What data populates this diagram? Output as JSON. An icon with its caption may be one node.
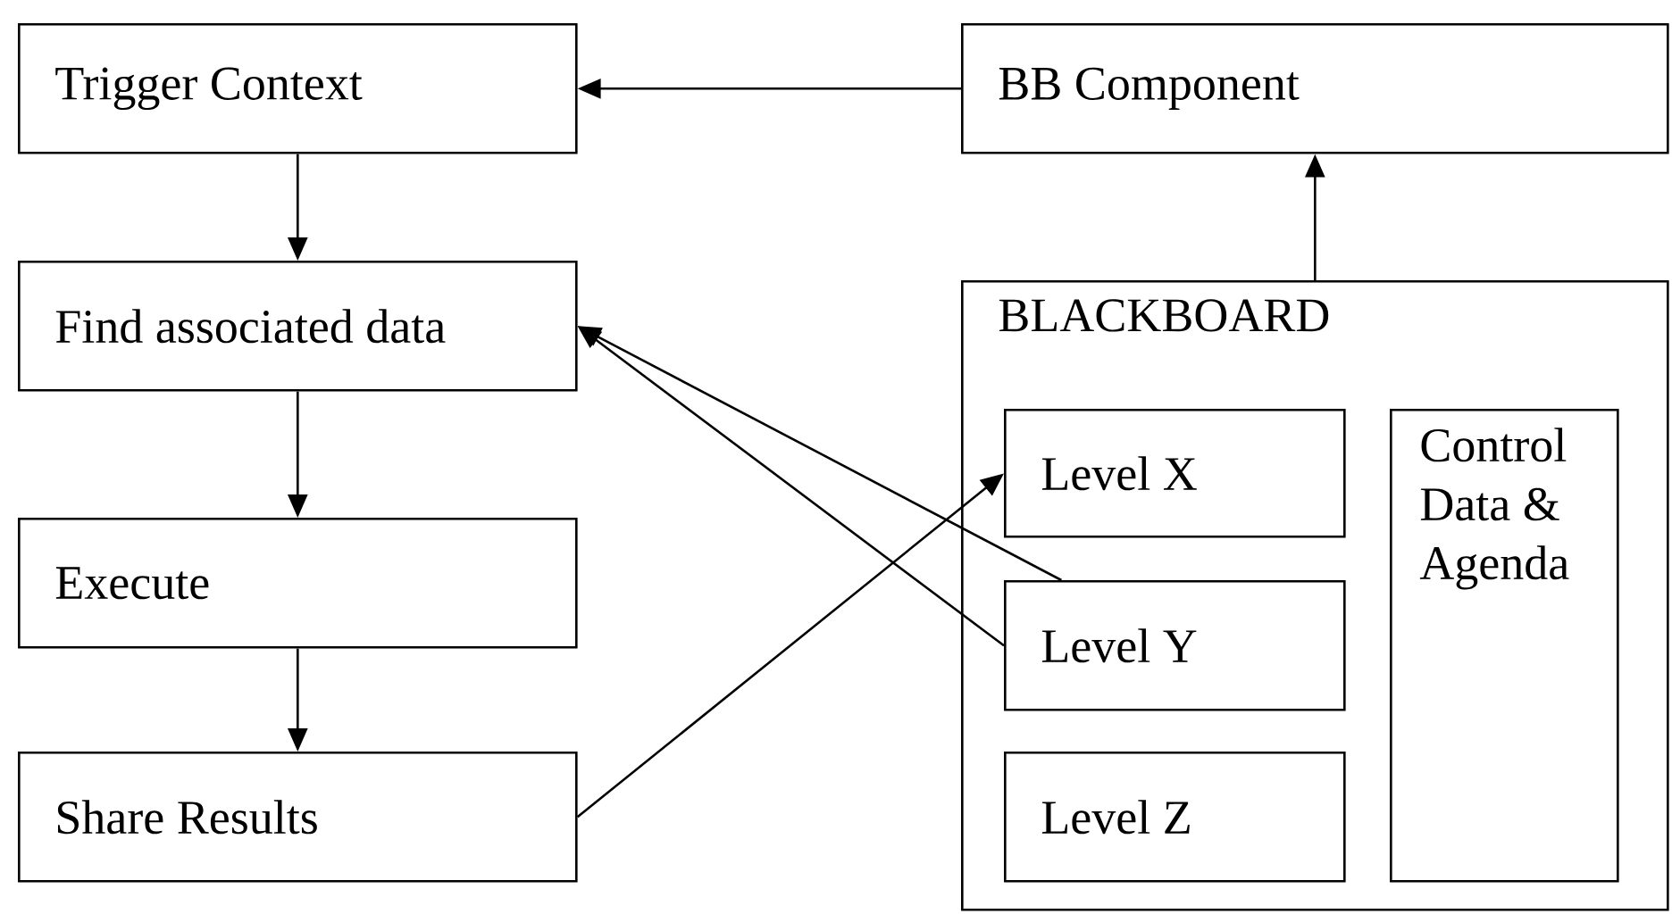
{
  "diagram": {
    "nodes": [
      {
        "text": [
          "Trigger Context"
        ]
      },
      {
        "text": [
          "Find associated data"
        ]
      },
      {
        "text": [
          "Execute"
        ]
      },
      {
        "text": [
          "Share Results"
        ]
      },
      {
        "text": [
          "BB Component"
        ]
      },
      {
        "text": [
          "BLACKBOARD"
        ]
      },
      {
        "text": [
          "Level X"
        ],
        "in": 5
      },
      {
        "text": [
          "Level Y"
        ],
        "in": 5
      },
      {
        "text": [
          "Level Z"
        ],
        "in": 5
      },
      {
        "text": [
          "Control Data & Agenda"
        ],
        "in": 5
      }
    ],
    "edges": [
      {
        "from": 4,
        "to": 0,
        "arrow": "to"
      },
      {
        "from": 0,
        "to": 1,
        "arrow": "to"
      },
      {
        "from": 1,
        "to": 2,
        "arrow": "to"
      },
      {
        "from": 2,
        "to": 3,
        "arrow": "to"
      },
      {
        "from": 5,
        "to": 4,
        "arrow": "to"
      },
      {
        "from": 7,
        "to": 1,
        "arrow": "to"
      },
      {
        "from": 7,
        "to": 1,
        "arrow": "to"
      },
      {
        "from": 3,
        "to": 6,
        "arrow": "to"
      }
    ]
  }
}
